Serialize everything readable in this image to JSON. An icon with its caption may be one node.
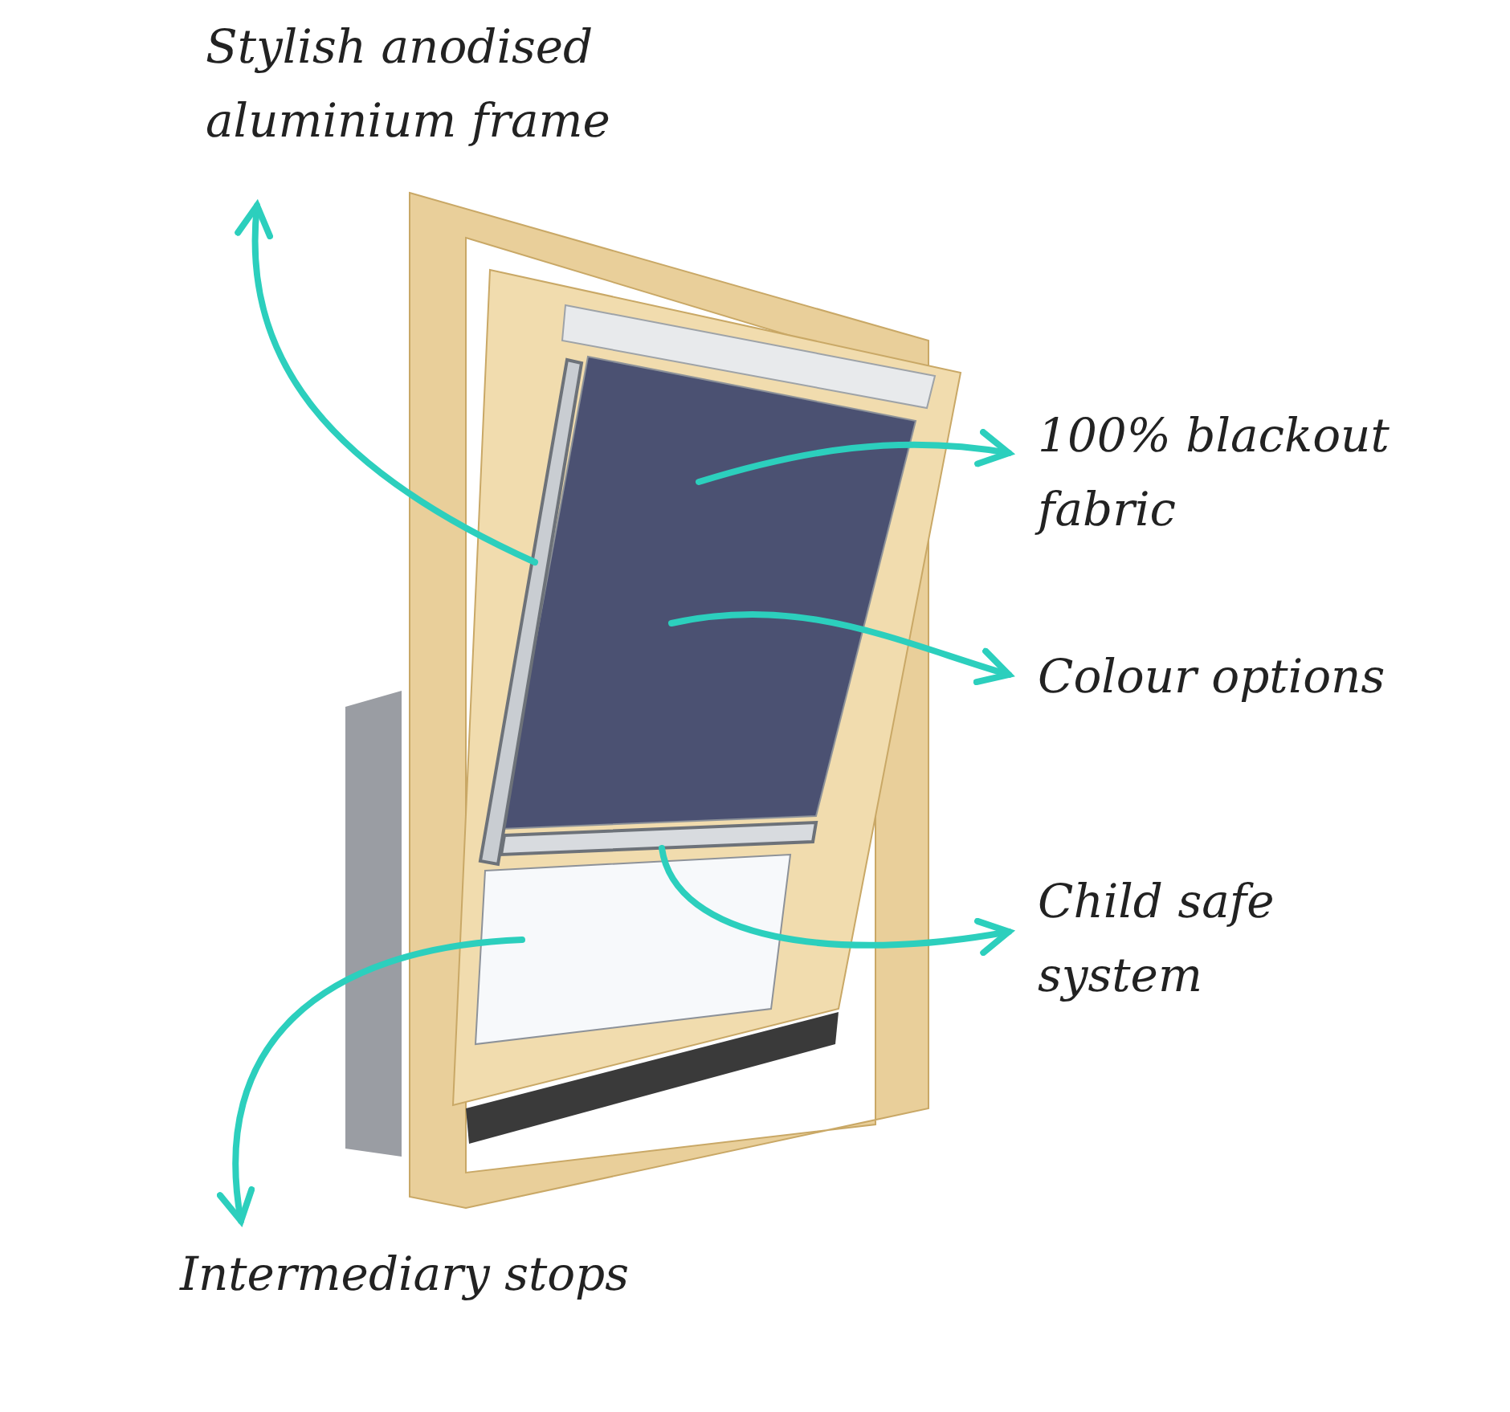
{
  "diagram": {
    "nodes": [
      {
        "text": [
          "Stylish anodised aluminium frame"
        ]
      },
      {
        "text": [
          "100% blackout fabric"
        ]
      },
      {
        "text": [
          "Colour options"
        ]
      },
      {
        "text": [
          "Child safe system"
        ]
      },
      {
        "text": [
          "Intermediary stops"
        ]
      },
      {
        "text": [],
        "shape": "box"
      },
      {
        "text": [],
        "shape": "bar"
      },
      {
        "text": [],
        "shape": "bar"
      },
      {
        "text": [],
        "shape": "box"
      }
    ],
    "edges": [
      {
        "from": 6,
        "to": 0,
        "arrow": "to"
      },
      {
        "from": 5,
        "to": 1,
        "arrow": "to"
      },
      {
        "from": 5,
        "to": 2,
        "arrow": "to"
      },
      {
        "from": 7,
        "to": 3,
        "arrow": "to"
      },
      {
        "from": 8,
        "to": 4,
        "arrow": "to"
      }
    ]
  }
}
